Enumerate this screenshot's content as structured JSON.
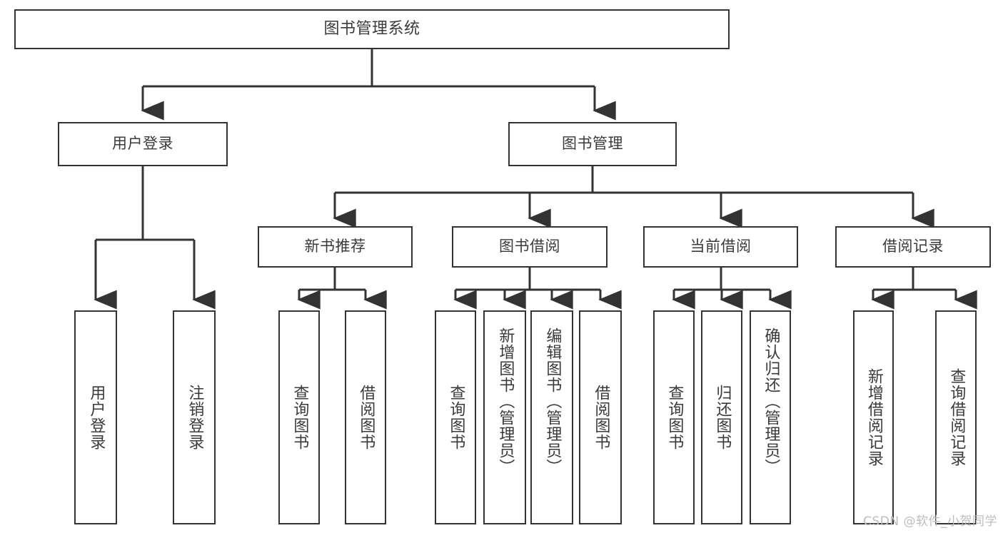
{
  "diagram": {
    "title": "图书管理系统",
    "type": "hierarchy-tree",
    "root": {
      "id": "root",
      "label": "图书管理系统"
    },
    "level2": [
      {
        "id": "user-login",
        "label": "用户登录"
      },
      {
        "id": "book-management",
        "label": "图书管理"
      }
    ],
    "level3": [
      {
        "id": "new-book-recommend",
        "label": "新书推荐",
        "parent": "book-management"
      },
      {
        "id": "book-borrow",
        "label": "图书借阅",
        "parent": "book-management"
      },
      {
        "id": "current-borrow",
        "label": "当前借阅",
        "parent": "book-management"
      },
      {
        "id": "borrow-record",
        "label": "借阅记录",
        "parent": "book-management"
      }
    ],
    "leaves": [
      {
        "id": "leaf-user-login",
        "label": "用户登录",
        "parent": "user-login"
      },
      {
        "id": "leaf-logout-login",
        "label": "注销登录",
        "parent": "user-login"
      },
      {
        "id": "leaf-query-book-1",
        "label": "查询图书",
        "parent": "new-book-recommend"
      },
      {
        "id": "leaf-borrow-book-1",
        "label": "借阅图书",
        "parent": "new-book-recommend"
      },
      {
        "id": "leaf-query-book-2",
        "label": "查询图书",
        "parent": "book-borrow"
      },
      {
        "id": "leaf-add-book",
        "label": "新增图书（管理员）",
        "parent": "book-borrow"
      },
      {
        "id": "leaf-edit-book",
        "label": "编辑图书（管理员）",
        "parent": "book-borrow"
      },
      {
        "id": "leaf-borrow-book-2",
        "label": "借阅图书",
        "parent": "book-borrow"
      },
      {
        "id": "leaf-query-book-3",
        "label": "查询图书",
        "parent": "current-borrow"
      },
      {
        "id": "leaf-return-book",
        "label": "归还图书",
        "parent": "current-borrow"
      },
      {
        "id": "leaf-confirm-return",
        "label": "确认归还（管理员）",
        "parent": "current-borrow"
      },
      {
        "id": "leaf-add-record",
        "label": "新增借阅记录",
        "parent": "borrow-record"
      },
      {
        "id": "leaf-query-record",
        "label": "查询借阅记录",
        "parent": "borrow-record"
      }
    ]
  },
  "watermark": {
    "text": "CSDN @软件_小贺同学"
  },
  "colors": {
    "stroke": "#333333",
    "text": "#3a3a3a",
    "background": "#ffffff",
    "watermark": "#bdbdbd"
  }
}
